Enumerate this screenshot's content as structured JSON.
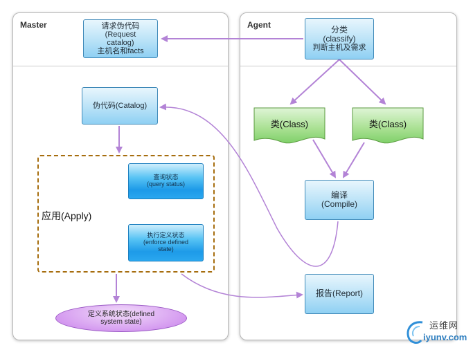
{
  "master": {
    "title": "Master",
    "request_box": [
      "请求伪代码",
      "(Request",
      "catalog)",
      "主机名和facts"
    ],
    "catalog_box": "伪代码(Catalog)",
    "apply_label": "应用(Apply)",
    "query_box": [
      "查询状态",
      "(query status)"
    ],
    "enforce_box": [
      "执行定义状态",
      "(enforce defined",
      "state)"
    ],
    "defined_state": [
      "定义系统状态(defined",
      "system state)"
    ]
  },
  "agent": {
    "title": "Agent",
    "classify_box": [
      "分类",
      "(classify)",
      "判断主机及需求"
    ],
    "class_left": "类(Class)",
    "class_right": "类(Class)",
    "compile_box": [
      "编译",
      "(Compile)"
    ],
    "report_box": "报告(Report)"
  },
  "watermark": {
    "cn": "运维网",
    "en": "iyunv.com"
  },
  "colors": {
    "arrow": "#b383d6",
    "dashed_border": "#a66d0e",
    "class_fill": "#7fd06a"
  }
}
